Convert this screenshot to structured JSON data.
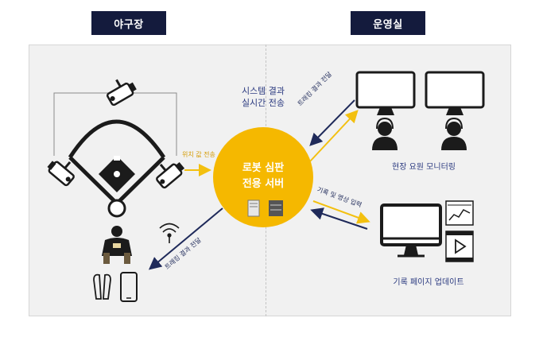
{
  "sections": {
    "left_title": "야구장",
    "right_title": "운영실"
  },
  "server": {
    "line1": "로봇 심판",
    "line2": "전용 서버"
  },
  "labels": {
    "system_result_line1": "시스템 결과",
    "system_result_line2": "실시간 전송",
    "position_transfer": "위치 값 전송",
    "tracking_result_top": "트래킹 결과 전달",
    "tracking_result_bottom": "트래킹 결과 전달",
    "record_video_input": "기록 및 영상 입력",
    "field_monitoring": "현장 요원 모니터링",
    "record_page_update": "기록 페이지 업데이트"
  },
  "colors": {
    "navy": "#141b3d",
    "gold": "#f5b800",
    "arrow_gold": "#f3c010",
    "arrow_navy": "#1f2a5a",
    "panel": "#f1f1f1"
  },
  "icons": [
    "camera-icon",
    "baseball-diamond-icon",
    "umpire-icon",
    "wireless-signal-icon",
    "earbuds-icon",
    "smartphone-icon",
    "server-icon",
    "monitor-icon",
    "operator-headset-icon",
    "chart-icon",
    "video-play-icon"
  ]
}
